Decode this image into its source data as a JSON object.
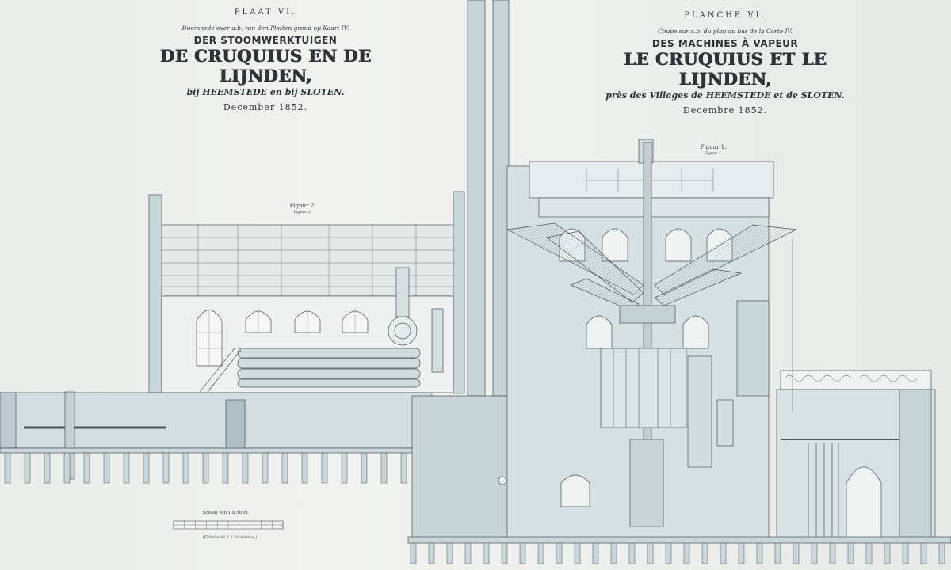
{
  "plate_left": {
    "plate": "PLAAT VI.",
    "section": "Doorsnede over a.b. van den Platten grond op Kaart IV.",
    "line1": "DER STOOMWERKTUIGEN",
    "line2": "DE CRUQUIUS EN DE LIJNDEN,",
    "line3": "bij HEEMSTEDE en bij SLOTEN.",
    "date": "December 1852."
  },
  "plate_right": {
    "plate": "PLANCHE VI.",
    "section": "Coupe sur a.b. du plan au bas de la Carte IV.",
    "line1": "DES MACHINES À VAPEUR",
    "line2": "LE CRUQUIUS ET LE LIJNDEN,",
    "line3": "près des Villages de HEEMSTEDE et de SLOTEN.",
    "date": "Decembre 1852."
  },
  "figures": {
    "fig2": {
      "label": "Figuur 2.",
      "sub": "Figure 2."
    },
    "fig1": {
      "label": "Figuur 1.",
      "sub": "Figure 1."
    }
  },
  "scale": {
    "label": "Schaal van 1 à 50 El.",
    "sub": "(Échelle de 1 à 50 mètres.)"
  },
  "colors": {
    "ink": "#3d454c",
    "wash": "#c9d6da",
    "wash_dark": "#aebfc5",
    "paper": "#eef0ec"
  }
}
